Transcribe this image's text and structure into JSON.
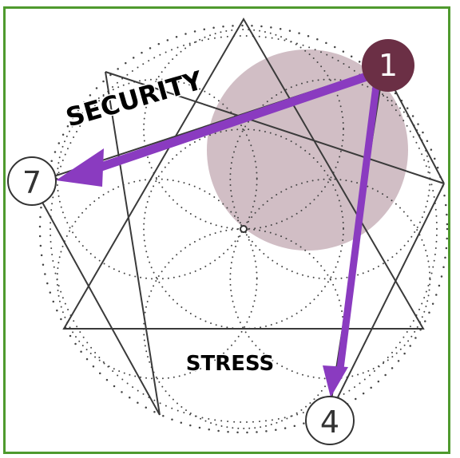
{
  "diagram": {
    "labels": {
      "security": "SECURITY",
      "stress": "STRESS"
    },
    "nodes": {
      "one": "1",
      "seven": "7",
      "four": "4"
    },
    "colors": {
      "arrow": "#8a3bc0",
      "node_one_fill": "#6b2f45",
      "highlight_circle": "#c9b3bb",
      "frame": "#4f9a2e",
      "lines": "#3a3a3a",
      "dots": "#444444"
    }
  }
}
